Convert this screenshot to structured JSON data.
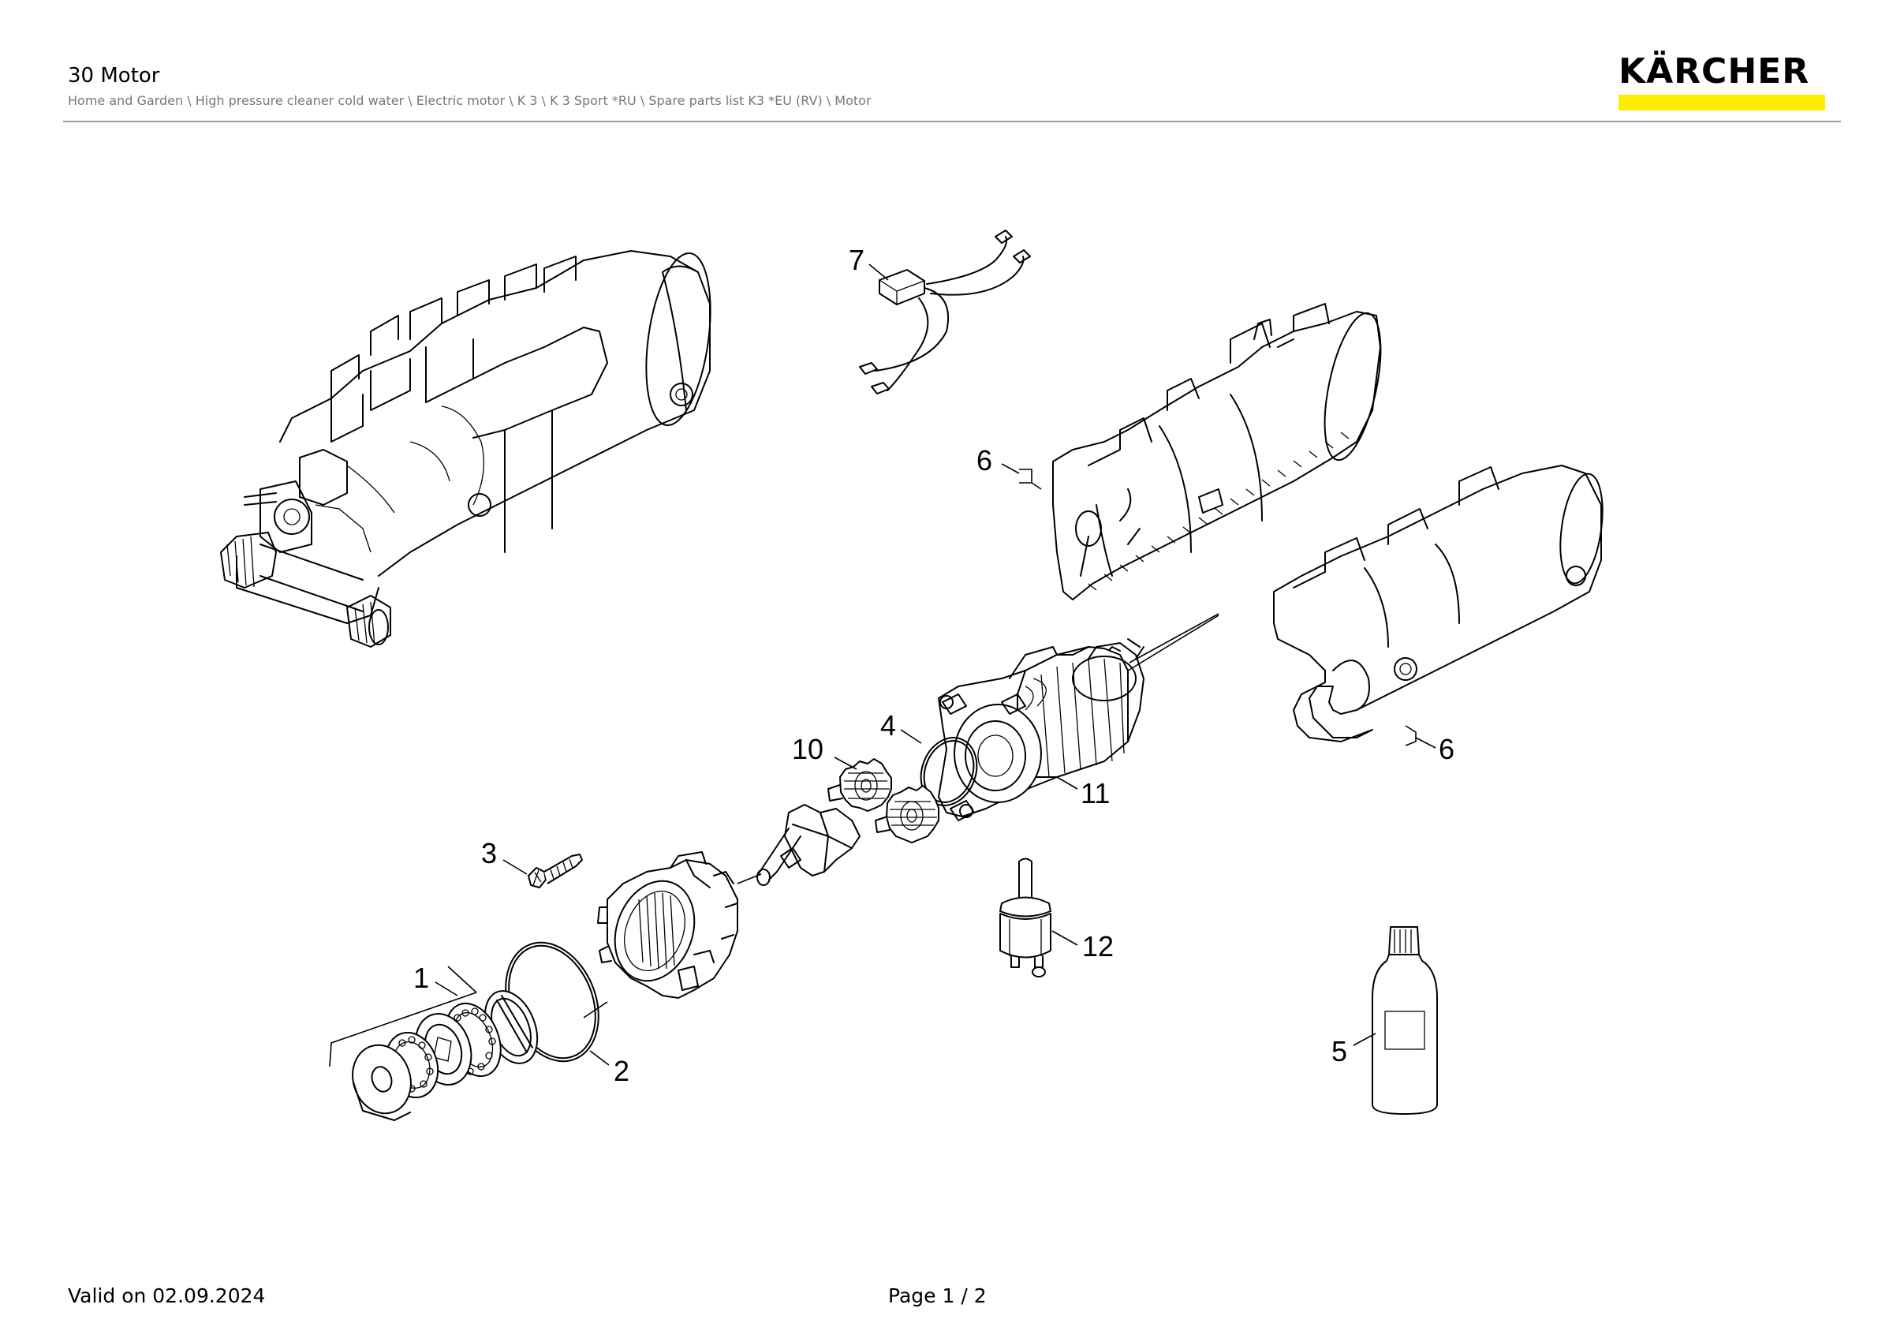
{
  "header": {
    "title": "30 Motor",
    "breadcrumb": "Home and Garden \\ High pressure cleaner cold water \\ Electric motor \\ K 3 \\ K 3 Sport *RU \\ Spare parts list K3 *EU (RV) \\ Motor",
    "logo_text": "KÄRCHER",
    "logo_bar_color": "#ffed00"
  },
  "diagram": {
    "part_labels": [
      "7",
      "6",
      "6",
      "4",
      "10",
      "11",
      "3",
      "1",
      "2",
      "12",
      "5"
    ]
  },
  "footer": {
    "valid": "Valid on 02.09.2024",
    "page": "Page 1 / 2"
  }
}
